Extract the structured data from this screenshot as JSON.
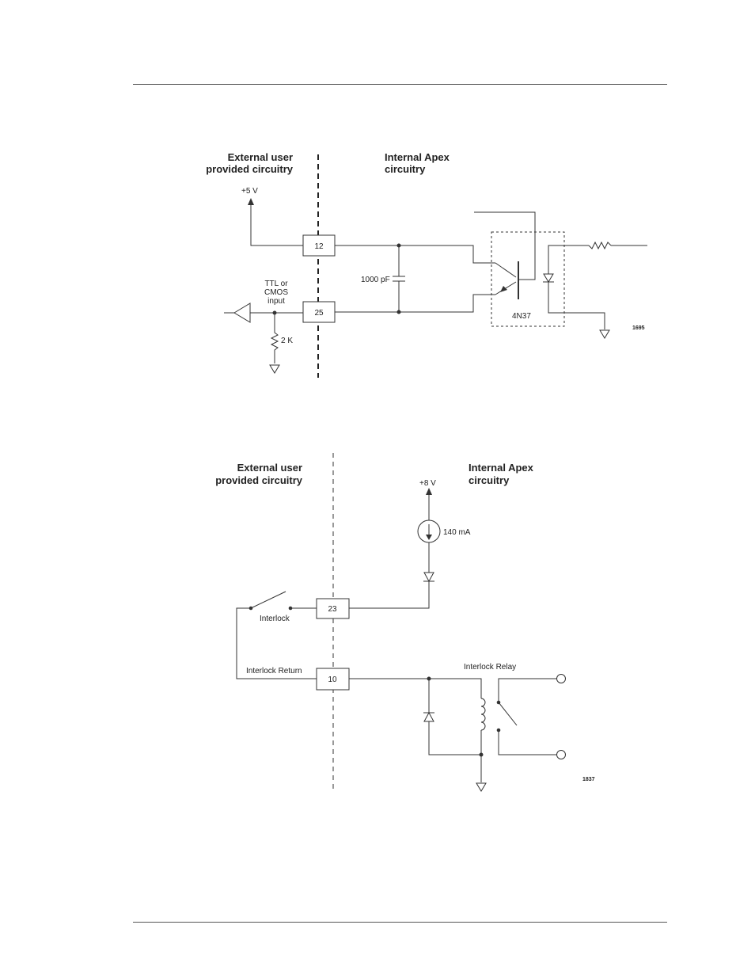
{
  "diagram_top": {
    "header_external_line1": "External user",
    "header_external_line2": "provided circuitry",
    "header_internal_line1": "Internal Apex",
    "header_internal_line2": "circuitry",
    "supply_label": "+5 V",
    "pin_top": "12",
    "pin_bottom": "25",
    "capacitor_label": "1000 pF",
    "input_label_line1": "TTL or",
    "input_label_line2": "CMOS",
    "input_label_line3": "input",
    "resistor_label": "2 K",
    "optocoupler_label": "4N37",
    "figure_number": "1695"
  },
  "diagram_bottom": {
    "header_external_line1": "External user",
    "header_external_line2": "provided circuitry",
    "header_internal_line1": "Internal Apex",
    "header_internal_line2": "circuitry",
    "supply_label": "+8 V",
    "current_source_label": "140 mA",
    "pin_interlock": "23",
    "pin_return": "10",
    "interlock_label": "Interlock",
    "interlock_return_label": "Interlock Return",
    "relay_label": "Interlock Relay",
    "figure_number": "1837"
  }
}
